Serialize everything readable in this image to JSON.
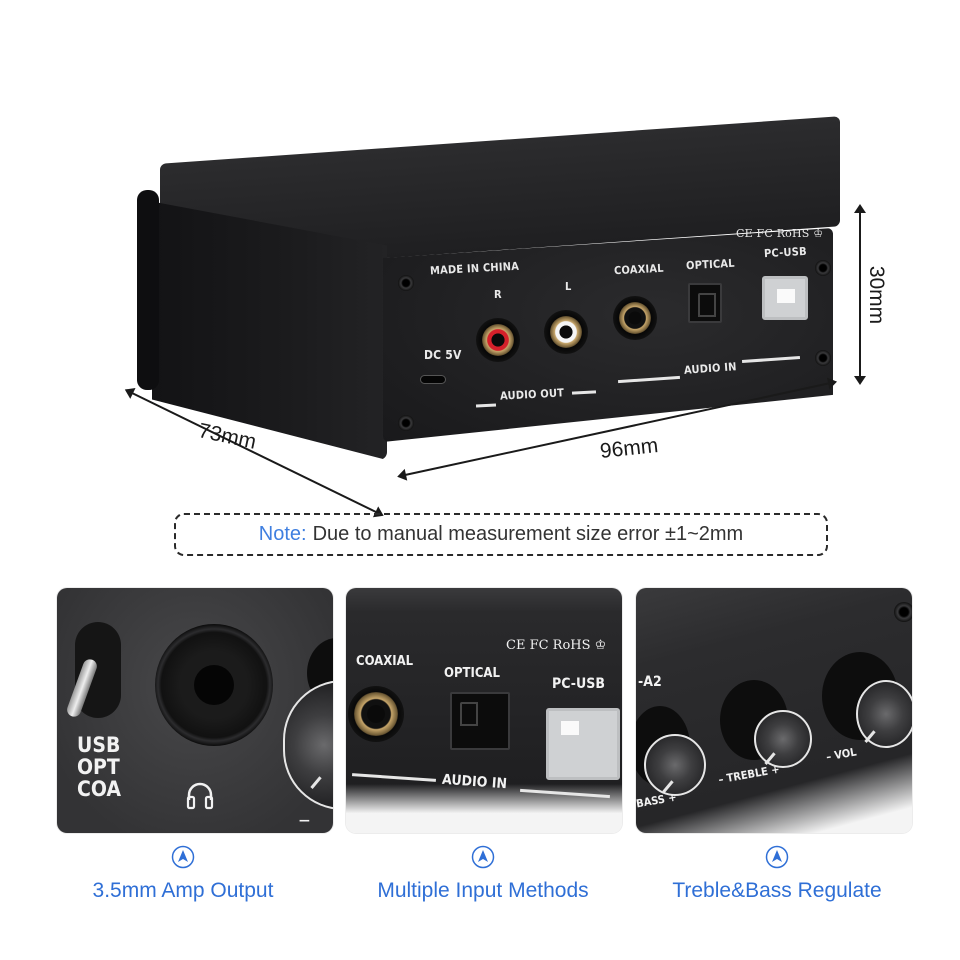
{
  "hero": {
    "dimensions": {
      "depth": "73mm",
      "width": "96mm",
      "height": "30mm"
    },
    "panel_labels": {
      "made_in": "MADE IN CHINA",
      "right": "R",
      "left": "L",
      "dc": "DC 5V",
      "audio_out": "AUDIO OUT",
      "coaxial": "COAXIAL",
      "optical": "OPTICAL",
      "pc_usb": "PC-USB",
      "audio_in": "AUDIO IN",
      "certifications": "CE FC RoHS ♔"
    },
    "colors": {
      "rca_right": "#d4202a",
      "rca_left": "#f5f5f5",
      "rca_coaxial": "#101010"
    }
  },
  "note": {
    "key": "Note:",
    "text": "Due to manual measurement size error ±1~2mm",
    "key_color": "#3f7fe0"
  },
  "features": [
    {
      "caption": "3.5mm Amp Output",
      "icon": "up-arrow-circle-icon",
      "print": {
        "source_1": "USB",
        "source_2": "OPT",
        "source_3": "COA",
        "minus": "—"
      }
    },
    {
      "caption": "Multiple Input Methods",
      "icon": "up-arrow-circle-icon",
      "print": {
        "coaxial": "COAXIAL",
        "optical": "OPTICAL",
        "pc_usb": "PC-USB",
        "audio_in": "AUDIO IN",
        "certifications": "CE FC RoHS ♔"
      }
    },
    {
      "caption": "Treble&Bass Regulate",
      "icon": "up-arrow-circle-icon",
      "print": {
        "model": "-A2",
        "bass": "BASS  +",
        "treble": "–  TREBLE  +",
        "vol": "–   VOL"
      }
    }
  ],
  "accent_color": "#2f6fd6"
}
